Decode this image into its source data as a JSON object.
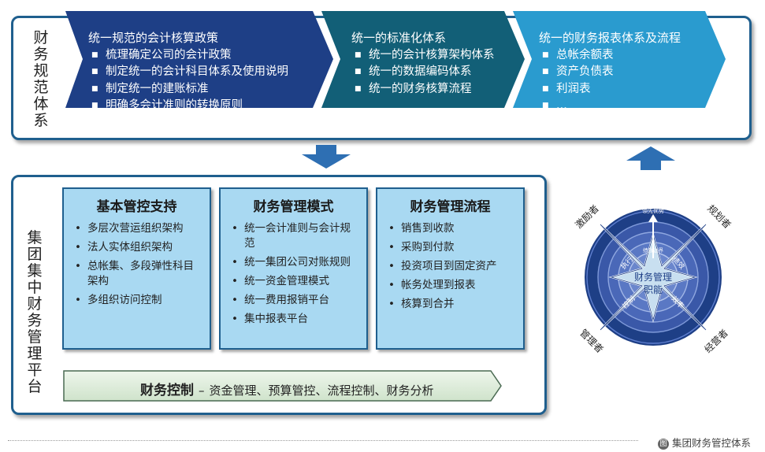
{
  "top": {
    "side_label": "财务规范体系",
    "colors": {
      "chev1": "#1e3f86",
      "chev2": "#125f77",
      "chev3": "#2a9bcf",
      "frame": "#1f5f8e"
    },
    "chevrons": [
      {
        "heading": "统一规范的会计核算政策",
        "items": [
          "梳理确定公司的会计政策",
          "制定统一的会计科目体系及使用说明",
          "制定统一的建账标准",
          "明确多会计准则的转换原则"
        ]
      },
      {
        "heading": "统一的标准化体系",
        "items": [
          "统一的会计核算架构体系",
          "统一的数据编码体系",
          "统一的财务核算流程"
        ]
      },
      {
        "heading": "统一的财务报表体系及流程",
        "items": [
          "总帐余额表",
          "资产负债表",
          "利润表",
          "..."
        ]
      }
    ]
  },
  "bottom": {
    "side_label": "集团集中财务管理平台",
    "boxes": [
      {
        "title": "基本管控支持",
        "items": [
          "多层次营运组织架构",
          "法人实体组织架构",
          "总帐集、多段弹性科目架构",
          "多组织访问控制"
        ]
      },
      {
        "title": "财务管理模式",
        "items": [
          "统一会计准则与会计规范",
          "统一集团公司对账规则",
          "统一资金管理模式",
          "统一费用报销平台",
          "集中报表平台"
        ]
      },
      {
        "title": "财务管理流程",
        "items": [
          "销售到收款",
          "采购到付款",
          "投资项目到固定资产",
          "帐务处理到报表",
          "核算到合并"
        ]
      }
    ],
    "control": {
      "title": "财务控制",
      "dash": "–",
      "text": "资金管理、预算管控、流程控制、财务分析"
    }
  },
  "wheel": {
    "center": [
      "财务管理",
      "职能"
    ],
    "top_label": "领先优势",
    "inner_label": "绩效边界",
    "arm_labels": [
      "执行",
      "绩效",
      "控制",
      "效率"
    ],
    "corner_labels": [
      "激励者",
      "规划者",
      "管理者",
      "经营者"
    ],
    "colors": {
      "outer": "#1e3f86",
      "ring": "#3f5fb2",
      "cross_fill": "#c8dff0",
      "cross_stroke": "#1e3f86"
    }
  },
  "caption": {
    "badge": "图",
    "text": "集团财务管控体系"
  }
}
